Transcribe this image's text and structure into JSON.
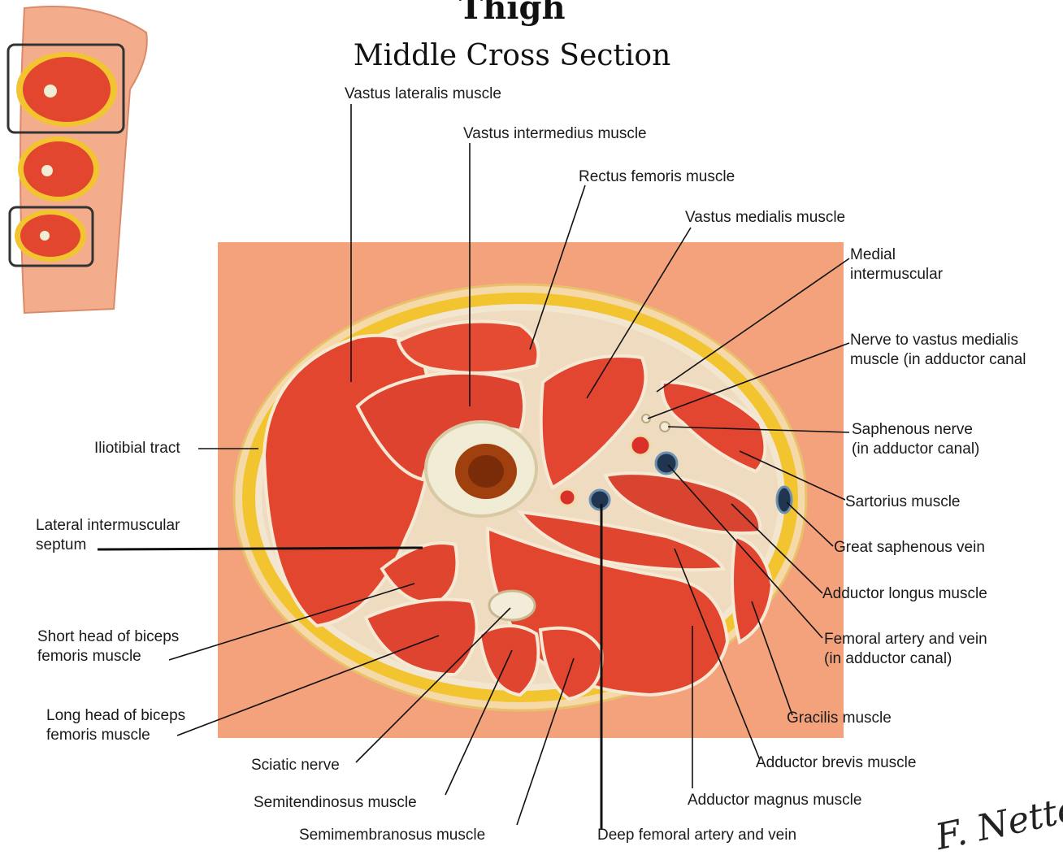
{
  "title": "Thigh",
  "subtitle": "Middle Cross Section",
  "labels": {
    "vastus_lateralis": "Vastus lateralis muscle",
    "vastus_intermedius": "Vastus intermedius muscle",
    "rectus_femoris": "Rectus femoris muscle",
    "vastus_medialis": "Vastus medialis muscle",
    "medial_intermuscular_1": "Medial",
    "medial_intermuscular_2": "intermuscular",
    "nerve_vastus_medialis_1": "Nerve to vastus medialis",
    "nerve_vastus_medialis_2": "muscle (in  adductor canal",
    "saphenous_nerve_1": "Saphenous nerve",
    "saphenous_nerve_2": "(in  adductor canal)",
    "sartorius": "Sartorius muscle",
    "great_saphenous": "Great saphenous vein",
    "adductor_longus": "Adductor longus muscle",
    "femoral_1": "Femoral artery and vein",
    "femoral_2": "(in  adductor canal)",
    "gracilis": "Gracilis muscle",
    "adductor_brevis": "Adductor brevis muscle",
    "adductor_magnus": "Adductor magnus muscle",
    "deep_femoral": "Deep femoral artery and vein",
    "semimembranosus": "Semimembranosus muscle",
    "semitendinosus": "Semitendinosus muscle",
    "sciatic": "Sciatic nerve",
    "long_head_1": "Long head of biceps",
    "long_head_2": "femoris muscle",
    "short_head_1": "Short head of biceps",
    "short_head_2": "femoris muscle",
    "lateral_septum_1": "Lateral intermuscular",
    "lateral_septum_2": "septum",
    "iliotibial": "Iliotibial tract"
  },
  "signature": "F. Netter",
  "colors": {
    "muscle": "#e2462f",
    "muscle_dark": "#c8321f",
    "fat": "#f2c430",
    "fascia": "#f3e6d0",
    "skin": "#f3a27c",
    "bone": "#f1ecd6",
    "marrow": "#a0400e",
    "artery": "#d9302a",
    "vein": "#1f3550"
  }
}
